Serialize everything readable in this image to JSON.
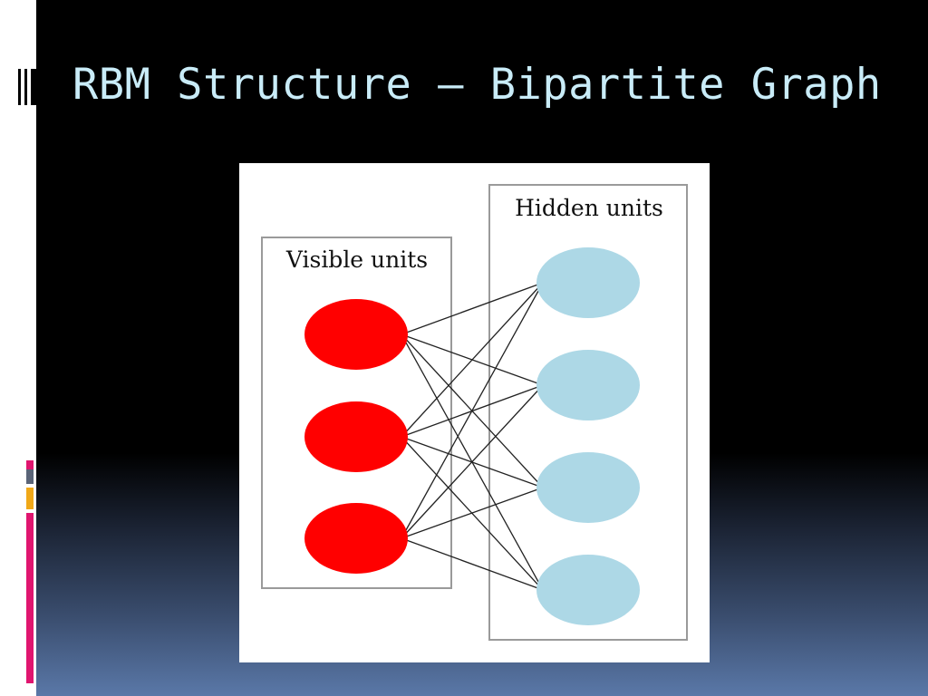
{
  "slide": {
    "title": "RBM Structure – Bipartite Graph"
  },
  "diagram": {
    "visible_label": "Visible units",
    "hidden_label": "Hidden units",
    "visible_color": "#ff0000",
    "hidden_color": "#add8e6",
    "visible_count": 3,
    "hidden_count": 4
  }
}
